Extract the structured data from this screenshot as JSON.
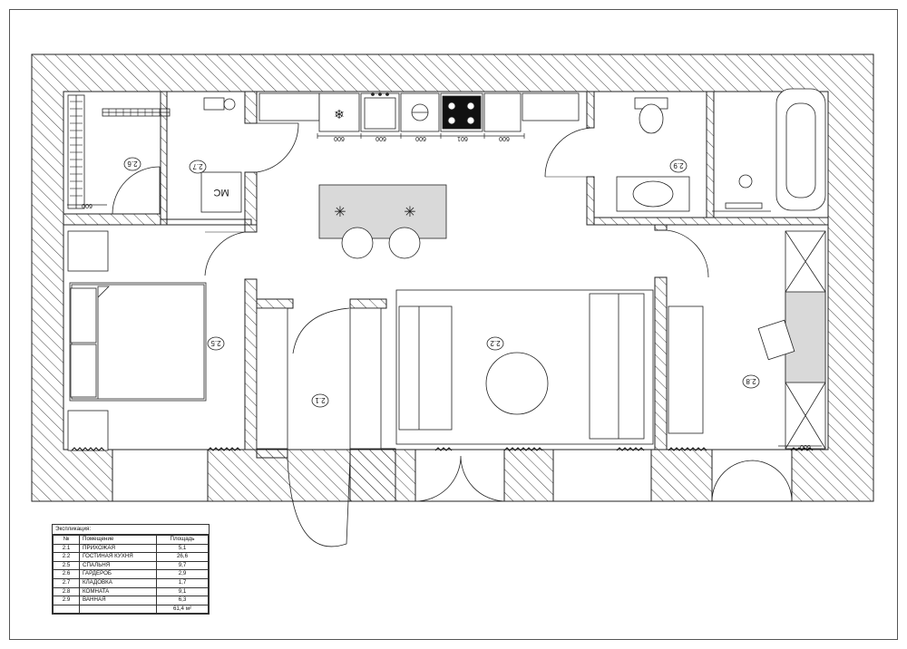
{
  "rooms": [
    {
      "id": "2.1"
    },
    {
      "id": "2.2"
    },
    {
      "id": "2.5"
    },
    {
      "id": "2.6"
    },
    {
      "id": "2.7"
    },
    {
      "id": "2.8"
    },
    {
      "id": "2.9"
    }
  ],
  "closet_label": "МС",
  "dimensions": {
    "kitchen": [
      "600",
      "600",
      "600",
      "601",
      "600"
    ],
    "wardrobe": "600",
    "room_cabinet": "600"
  },
  "legend": {
    "title": "Экспликация:",
    "headers": {
      "no": "№",
      "name": "Помещение",
      "area": "Площадь"
    },
    "rows": [
      {
        "no": "2.1",
        "name": "ПРИХОЖАЯ",
        "area": "5,1"
      },
      {
        "no": "2.2",
        "name": "ГОСТИНАЯ КУХНЯ",
        "area": "26,6"
      },
      {
        "no": "2.5",
        "name": "СПАЛЬНЯ",
        "area": "9,7"
      },
      {
        "no": "2.6",
        "name": "ГАРДЕРОБ",
        "area": "2,9"
      },
      {
        "no": "2.7",
        "name": "КЛАДОВКА",
        "area": "1,7"
      },
      {
        "no": "2.8",
        "name": "КОМНАТА",
        "area": "9,1"
      },
      {
        "no": "2.9",
        "name": "ВАННАЯ",
        "area": "6,3"
      }
    ],
    "total": "61,4 м²"
  }
}
